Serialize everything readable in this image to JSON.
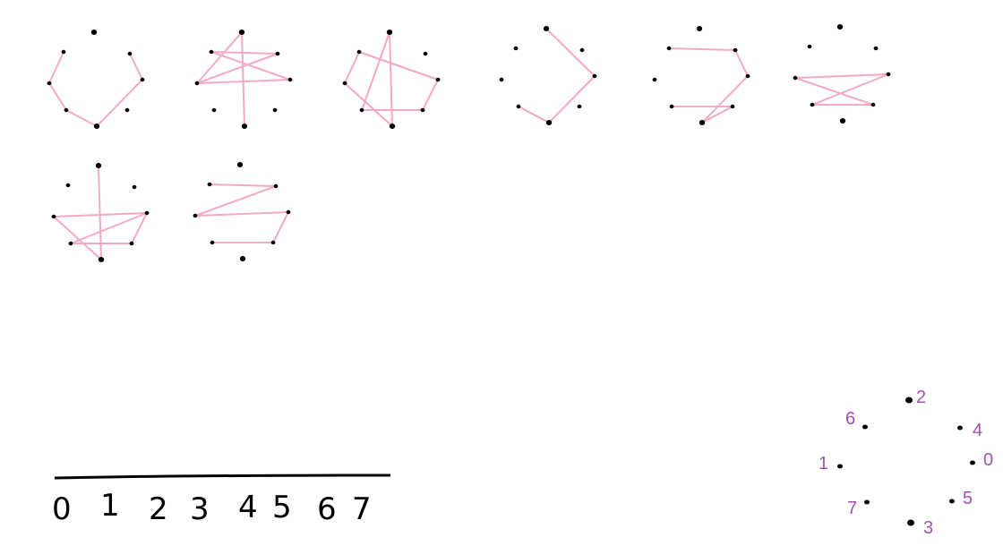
{
  "colors": {
    "background": "#ffffff",
    "dot": "#000000",
    "stroke": "#f4a9c4",
    "label": "#a052b0",
    "line": "#000000"
  },
  "legend_points": [
    {
      "id": 0,
      "label": "0"
    },
    {
      "id": 1,
      "label": "1"
    },
    {
      "id": 2,
      "label": "2"
    },
    {
      "id": 3,
      "label": "3"
    },
    {
      "id": 4,
      "label": "4"
    },
    {
      "id": 5,
      "label": "5"
    },
    {
      "id": 6,
      "label": "6"
    },
    {
      "id": 7,
      "label": "7"
    }
  ],
  "digit_row": [
    "0",
    "1",
    "2",
    "3",
    "4",
    "5",
    "6",
    "7"
  ],
  "glyphs": [
    {
      "name": "glyph-1",
      "path": [
        6,
        1,
        7,
        3,
        0,
        4
      ]
    },
    {
      "name": "glyph-2",
      "path": [
        2,
        3,
        2,
        1,
        4,
        6,
        0,
        1
      ]
    },
    {
      "name": "glyph-3",
      "path": [
        2,
        3,
        1,
        6,
        0,
        5,
        7,
        2
      ]
    },
    {
      "name": "glyph-4",
      "path": [
        2,
        0,
        3,
        7
      ]
    },
    {
      "name": "glyph-5",
      "path": [
        6,
        4,
        0,
        3,
        5,
        7
      ]
    },
    {
      "name": "glyph-6",
      "path": [
        1,
        0,
        7,
        5,
        1
      ]
    },
    {
      "name": "glyph-7",
      "path": [
        2,
        3,
        1,
        0,
        5,
        7,
        0
      ]
    },
    {
      "name": "glyph-8",
      "path": [
        6,
        4,
        1,
        0,
        5,
        7
      ]
    }
  ]
}
